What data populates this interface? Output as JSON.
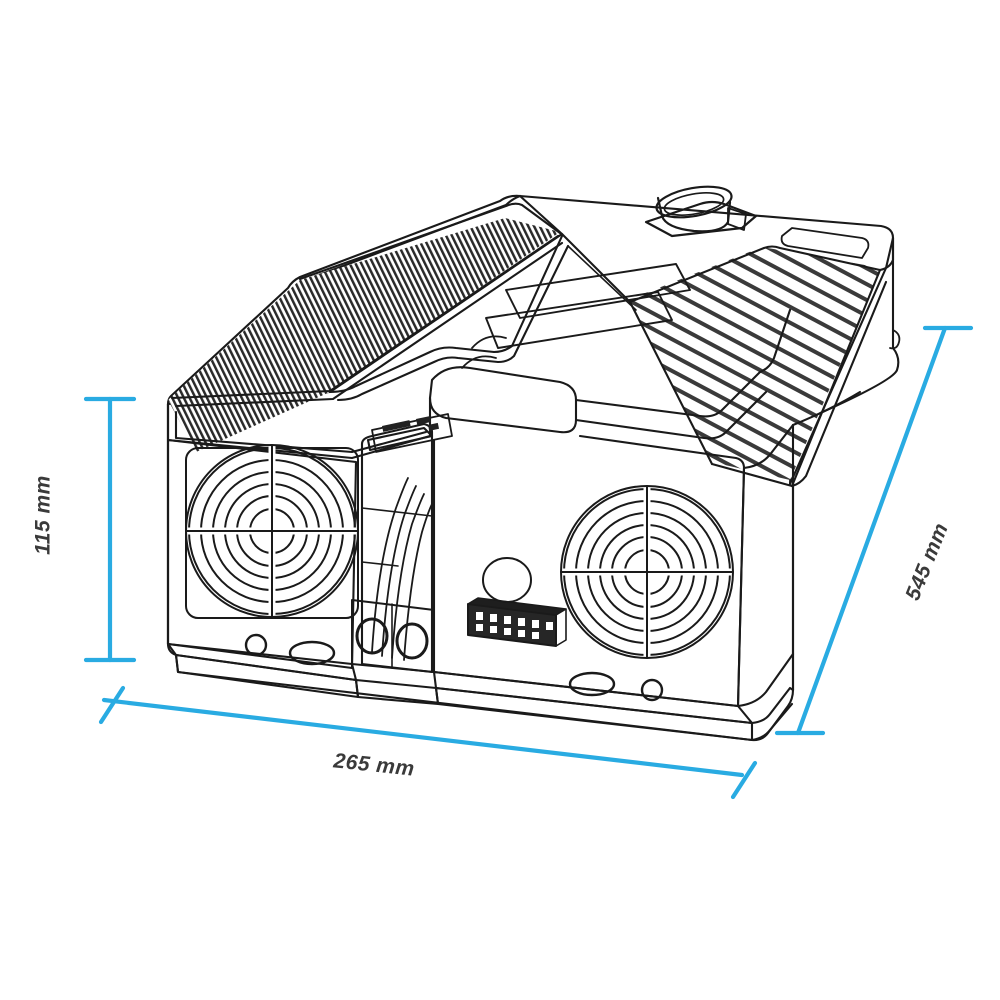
{
  "drawing": {
    "type": "technical-line-drawing",
    "subject": "power inverter / charger enclosure",
    "view": "three-quarter isometric perspective",
    "background_color": "#ffffff",
    "line_color": "#1a1a1a",
    "dimension_color": "#29abe2"
  },
  "dimensions": {
    "height": {
      "label": "115 mm",
      "value": 115,
      "unit": "mm",
      "axis": "height",
      "orientation": "vertical",
      "text_rotation_deg": -90,
      "position": "left"
    },
    "width": {
      "label": "265 mm",
      "value": 265,
      "unit": "mm",
      "axis": "width",
      "orientation": "horizontal-tilted",
      "text_rotation_deg": 6,
      "position": "bottom"
    },
    "depth": {
      "label": "545 mm",
      "value": 545,
      "unit": "mm",
      "axis": "depth",
      "orientation": "diagonal",
      "text_rotation_deg": -68,
      "position": "right"
    }
  },
  "features": {
    "left_fan_grille": "circular concentric ring fan guard",
    "right_fan_grille": "circular concentric ring fan guard",
    "heatsink_fins_left": "dense longitudinal cooling fins",
    "heatsink_fins_right": "wide spaced cooling ribs",
    "top_label_panels": "two recessed rectangular label areas",
    "top_connector": "cylindrical cable gland connector",
    "dc_terminals": "two round DC terminal posts",
    "terminal_block": "multi-pin screw terminal block",
    "mounting_flange": "base mounting flange with holes and slots",
    "center_recess": "recessed center column with indicator panel"
  }
}
